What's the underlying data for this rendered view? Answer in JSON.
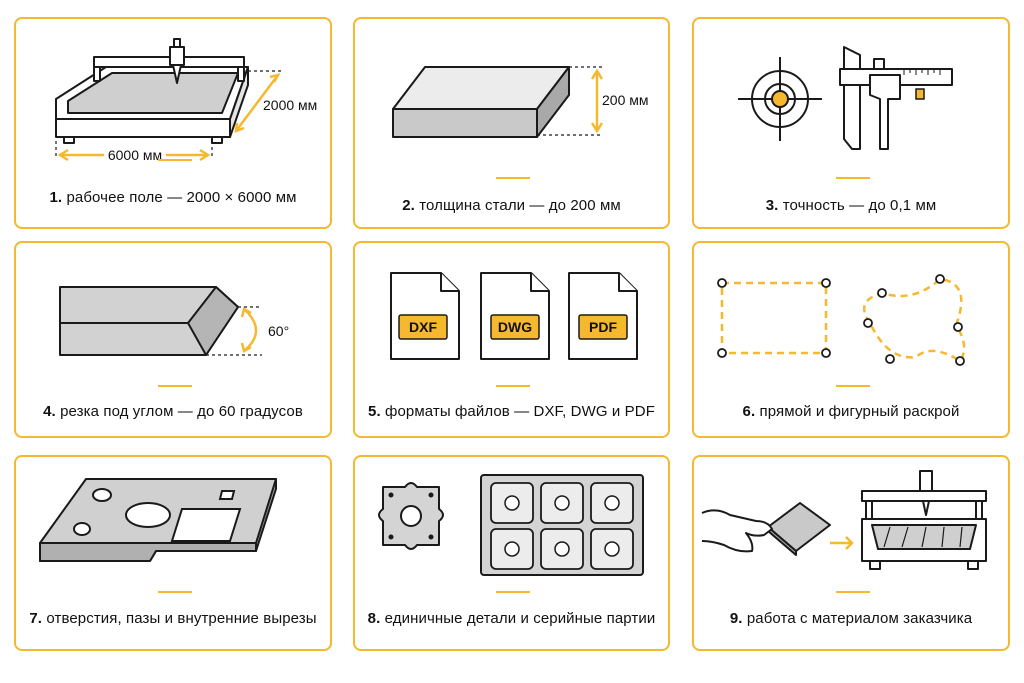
{
  "colors": {
    "accent": "#f5b82e",
    "outline": "#1a1a1a",
    "fill_gray": "#c9c9c9"
  },
  "cards": [
    {
      "num": "1.",
      "text": "рабочее поле — 2000 × 6000 мм",
      "icon": "cnc-table-icon",
      "dims": {
        "width": "6000 мм",
        "depth": "2000 мм"
      }
    },
    {
      "num": "2.",
      "text": "толщина стали — до 200 мм",
      "icon": "steel-slab-icon",
      "dims": {
        "height": "200 мм"
      }
    },
    {
      "num": "3.",
      "text": "точность — до 0,1 мм",
      "icon": "caliper-target-icon"
    },
    {
      "num": "4.",
      "text": "резка под углом — до 60 градусов",
      "icon": "bevel-cut-icon",
      "dims": {
        "angle": "60°"
      }
    },
    {
      "num": "5.",
      "text": "форматы файлов — DXF, DWG и PDF",
      "icon": "file-formats-icon",
      "files": [
        "DXF",
        "DWG",
        "PDF"
      ]
    },
    {
      "num": "6.",
      "text": "прямой и фигурный раскрой",
      "icon": "cut-shapes-icon"
    },
    {
      "num": "7.",
      "text": "отверстия, пазы и внутренние вырезы",
      "icon": "holes-plate-icon"
    },
    {
      "num": "8.",
      "text": "единичные детали и серийные партии",
      "icon": "parts-batch-icon"
    },
    {
      "num": "9.",
      "text": "работа с материалом заказчика",
      "icon": "customer-material-icon"
    }
  ]
}
